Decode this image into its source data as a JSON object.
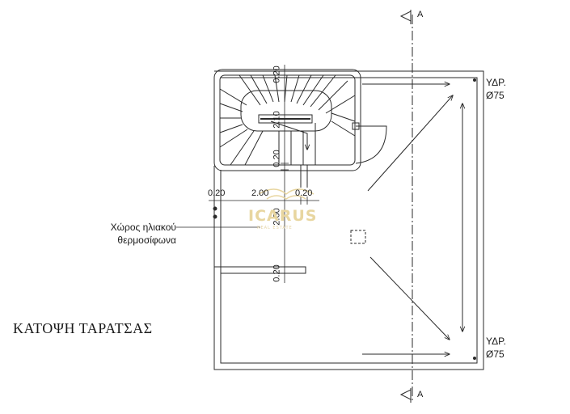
{
  "title": "ΚΑΤΟΨΗ ΤΑΡΑΤΣΑΣ",
  "solar_area_label": [
    "Χώρος ηλιακού",
    "θερμοσίφωνα"
  ],
  "drains": [
    {
      "line1": "ΥΔΡ.",
      "line2": "Ø75"
    },
    {
      "line1": "ΥΔΡ.",
      "line2": "Ø75"
    }
  ],
  "section_marker": "A",
  "dimensions": {
    "horizontal": [
      "0.20",
      "2.00",
      "0.20"
    ],
    "vertical": [
      "0.20",
      "2.10",
      "0.20",
      "2.60",
      "0.20"
    ]
  },
  "watermark": {
    "brand": "ICARUS",
    "tagline": "REAL ESTATE"
  },
  "colors": {
    "line": "#2a2a2a",
    "watermark": "#e8d6a0"
  }
}
